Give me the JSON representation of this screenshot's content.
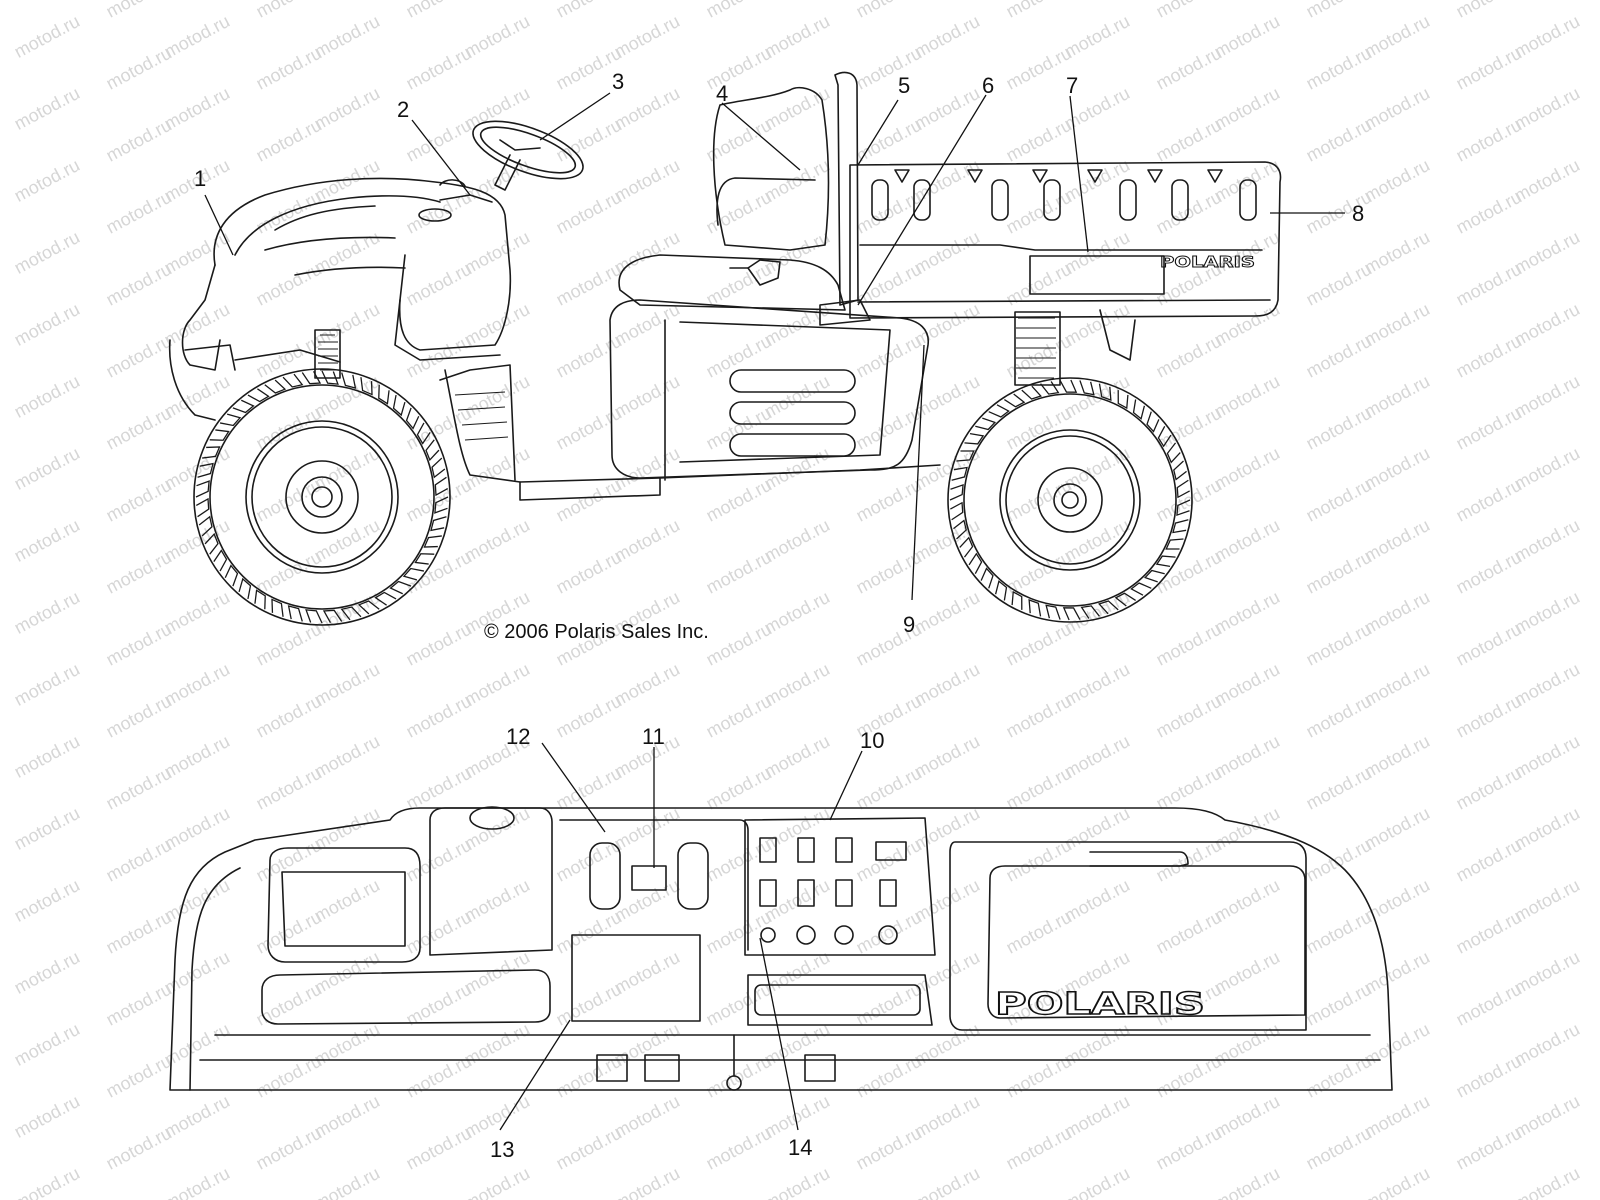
{
  "watermark": "motod.ru",
  "copyright": "© 2006 Polaris Sales Inc.",
  "brand_side": "POLARIS",
  "brand_dash": "POLARIS",
  "callouts": {
    "c1": "1",
    "c2": "2",
    "c3": "3",
    "c4": "4",
    "c5": "5",
    "c6": "6",
    "c7": "7",
    "c8": "8",
    "c9": "9",
    "c10": "10",
    "c11": "11",
    "c12": "12",
    "c13": "13",
    "c14": "14"
  }
}
